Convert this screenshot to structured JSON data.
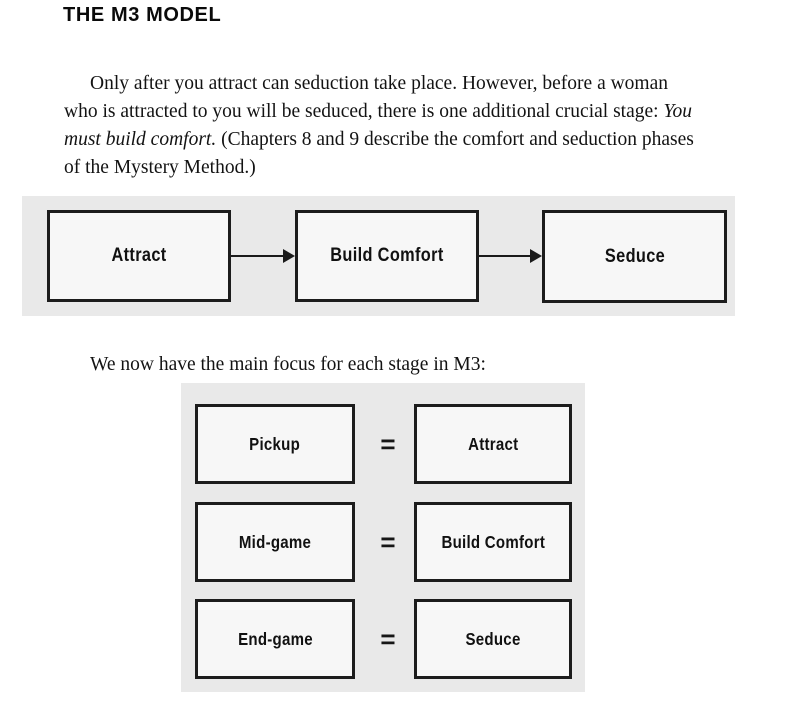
{
  "heading": "THE M3 MODEL",
  "paragraphs": {
    "intro_part1": "Only after you attract can seduction take place. However, before a woman who is attracted to you will be seduced, there is one additional crucial stage: ",
    "intro_emphasis": "You must build comfort.",
    "intro_part2": " (Chapters 8 and 9 describe the comfort and seduction phases of the Mystery Method.)",
    "transition": "We now have the main focus for each stage in M3:"
  },
  "flow_diagram": {
    "stages": [
      {
        "label": "Attract"
      },
      {
        "label": "Build Comfort"
      },
      {
        "label": "Seduce"
      }
    ],
    "arrows": [
      {
        "name": "arrow-attract-to-build-comfort"
      },
      {
        "name": "arrow-build-comfort-to-seduce"
      }
    ]
  },
  "equivalence_diagram": {
    "operator": "=",
    "rows": [
      {
        "left": "Pickup",
        "right": "Attract"
      },
      {
        "left": "Mid-game",
        "right": "Build Comfort"
      },
      {
        "left": "End-game",
        "right": "Seduce"
      }
    ]
  },
  "colors": {
    "page_background": "#ffffff",
    "diagram_background": "#e9e9e9",
    "box_fill": "#f7f7f7",
    "box_border": "#1c1c1c",
    "text": "#131313"
  }
}
